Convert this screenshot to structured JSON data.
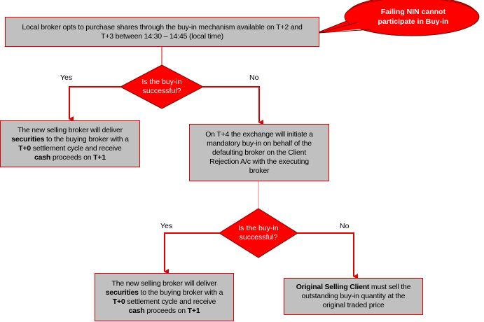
{
  "colors": {
    "line": "#e00000",
    "box_fill": "#c0c0c0",
    "diamond_fill": "#ff0000",
    "callout_fill": "#ff0000"
  },
  "nodes": {
    "start": {
      "line1": "Local broker opts to purchase shares through the buy-in mechanism available on T+2 and",
      "line2": "T+3 between 14:30 – 14:45 (local time)"
    },
    "callout": {
      "line1": "Failing NIN cannot",
      "line2": "participate in Buy-in"
    },
    "decision1": {
      "line1": "Is the buy-in",
      "line2": "successful?",
      "yes": "Yes",
      "no": "No"
    },
    "yes_outcome1": {
      "p1": "The new selling broker will deliver",
      "b1": "securities",
      "p2": " to the buying broker with a",
      "b2": "T+0",
      "p3": " settlement cycle and receive",
      "b3": "cash",
      "p4": " proceeds on ",
      "b4": "T+1"
    },
    "mandatory": {
      "line1": "On T+4 the exchange will initiate a",
      "line2": "mandatory buy-in on behalf of the",
      "line3": "defaulting broker on the Client",
      "line4": "Rejection A/c with the executing",
      "line5": "broker"
    },
    "decision2": {
      "line1": "Is the buy-in",
      "line2": "successful?",
      "yes": "Yes",
      "no": "No"
    },
    "yes_outcome2": {
      "p1": "The new selling broker will deliver",
      "b1": "securities",
      "p2": " to the buying broker with a",
      "b2": "T+0",
      "p3": " settlement cycle and receive",
      "b3": "cash",
      "p4": " proceeds on ",
      "b4": "T+1"
    },
    "no_outcome2": {
      "b1": "Original Selling Client",
      "p1": " must sell the",
      "line2": "outstanding buy-in quantity at the",
      "line3": "original traded price"
    }
  }
}
